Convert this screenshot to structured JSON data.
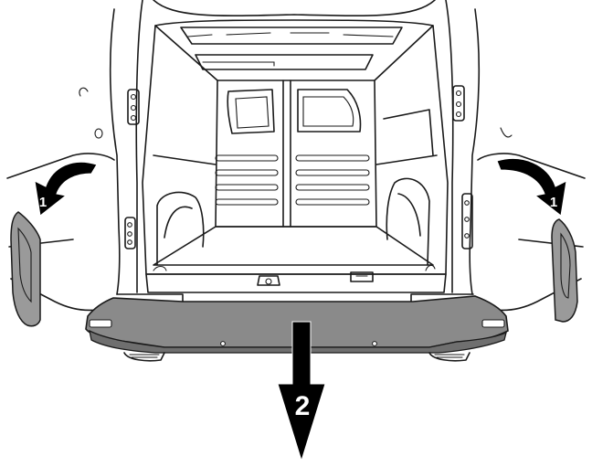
{
  "steps": [
    {
      "id": "left",
      "label": "1"
    },
    {
      "id": "right",
      "label": "1"
    },
    {
      "id": "down",
      "label": "2"
    }
  ],
  "colors": {
    "line": "#1a1a1a",
    "bumper": "#8a8a8a",
    "bumper_dark": "#6f6f6f",
    "part": "#9a9a9a",
    "arrow": "#000000"
  }
}
